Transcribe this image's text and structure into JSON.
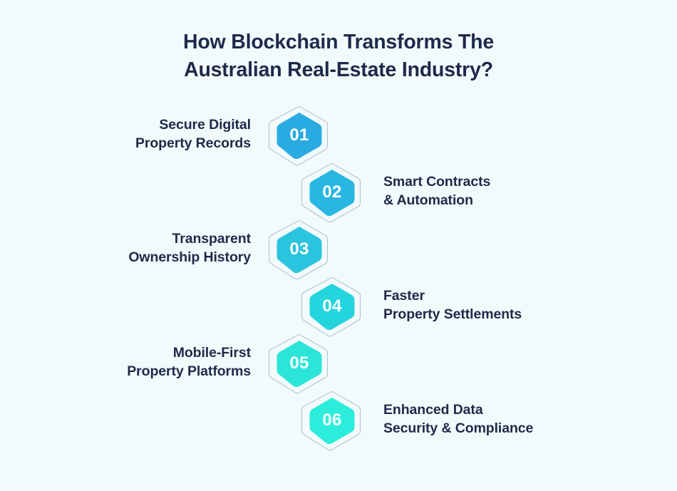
{
  "background_color": "#F2FAFC",
  "text_color": "#1E2A4A",
  "outline_color": "#AFC3CE",
  "title": {
    "line1": "How Blockchain Transforms The",
    "line2": "Australian Real-Estate Industry?"
  },
  "steps": [
    {
      "number": "01",
      "label_line1": "Secure Digital",
      "label_line2": "Property Records",
      "side": "left",
      "color": "#29ABE2"
    },
    {
      "number": "02",
      "label_line1": "Smart Contracts",
      "label_line2": "& Automation",
      "side": "right",
      "color": "#29B6E2"
    },
    {
      "number": "03",
      "label_line1": "Transparent",
      "label_line2": "Ownership History",
      "side": "left",
      "color": "#2BC4DE"
    },
    {
      "number": "04",
      "label_line1": "Faster",
      "label_line2": "Property Settlements",
      "side": "right",
      "color": "#25D5DE"
    },
    {
      "number": "05",
      "label_line1": "Mobile-First",
      "label_line2": "Property Platforms",
      "side": "left",
      "color": "#2BE5D8"
    },
    {
      "number": "06",
      "label_line1": "Enhanced Data",
      "label_line2": "Security & Compliance",
      "side": "right",
      "color": "#2CEDDC"
    }
  ]
}
